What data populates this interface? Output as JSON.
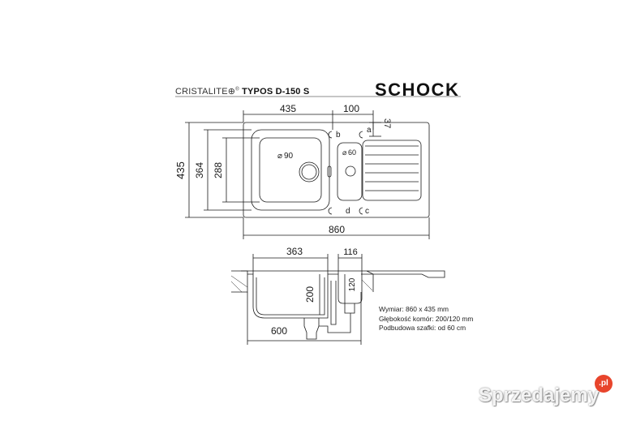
{
  "header": {
    "series": "CRISTALITE",
    "model": "TYPOS D-150 S",
    "brand": "SCHOCK"
  },
  "top_view": {
    "width_total": "435",
    "width_drain": "100",
    "offset_top": "37",
    "overall_length": "860",
    "depth_total": "435",
    "depth_bowl": "364",
    "depth_inner": "288",
    "main_drain_dia": "90",
    "small_drain_dia": "60",
    "label_a": "a",
    "label_b": "b",
    "label_c": "c",
    "label_d": "d"
  },
  "side_view": {
    "bowl_width": "363",
    "small_bowl_width": "116",
    "bowl_depth": "200",
    "small_bowl_depth": "120",
    "cabinet_width": "600"
  },
  "specs": {
    "line1": "Wymiar: 860 x 435 mm",
    "line2": "Głębokość komór: 200/120 mm",
    "line3": "Podbudowa szafki: od 60 cm"
  },
  "watermark": {
    "text": "Sprzedajemy",
    "badge": ".pl"
  }
}
